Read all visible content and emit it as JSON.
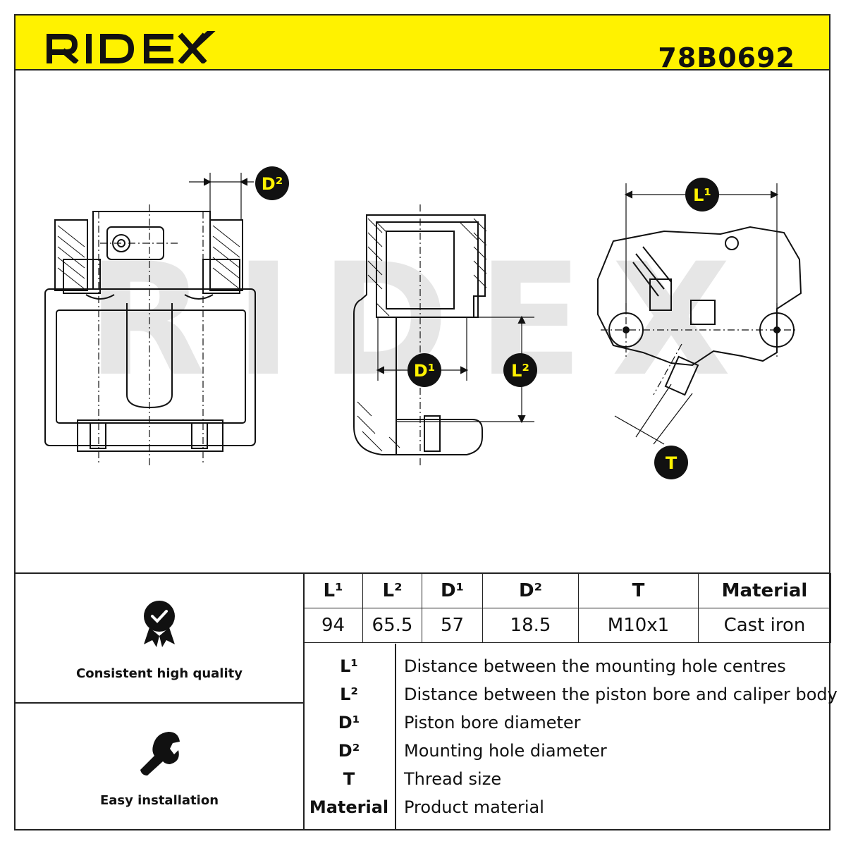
{
  "header": {
    "brand": "RIDEX",
    "part_number": "78B0692",
    "background_color": "#fff200"
  },
  "drawing": {
    "watermark": "RIDEX",
    "callouts": {
      "d2": "D²",
      "d1": "D¹",
      "l2": "L²",
      "l1": "L¹",
      "t": "T"
    }
  },
  "features": [
    {
      "icon": "quality-badge-icon",
      "label": "Consistent high quality"
    },
    {
      "icon": "wrench-icon",
      "label": "Easy installation"
    }
  ],
  "specs": {
    "headers": [
      "L¹",
      "L²",
      "D¹",
      "D²",
      "T",
      "Material"
    ],
    "values": [
      "94",
      "65.5",
      "57",
      "18.5",
      "M10x1",
      "Cast iron"
    ]
  },
  "legend": [
    {
      "key": "L¹",
      "text": "Distance between the mounting hole centres"
    },
    {
      "key": "L²",
      "text": "Distance between the piston bore and caliper body"
    },
    {
      "key": "D¹",
      "text": "Piston bore diameter"
    },
    {
      "key": "D²",
      "text": "Mounting hole diameter"
    },
    {
      "key": "T",
      "text": "Thread size"
    },
    {
      "key": "Material",
      "text": "Product material"
    }
  ]
}
